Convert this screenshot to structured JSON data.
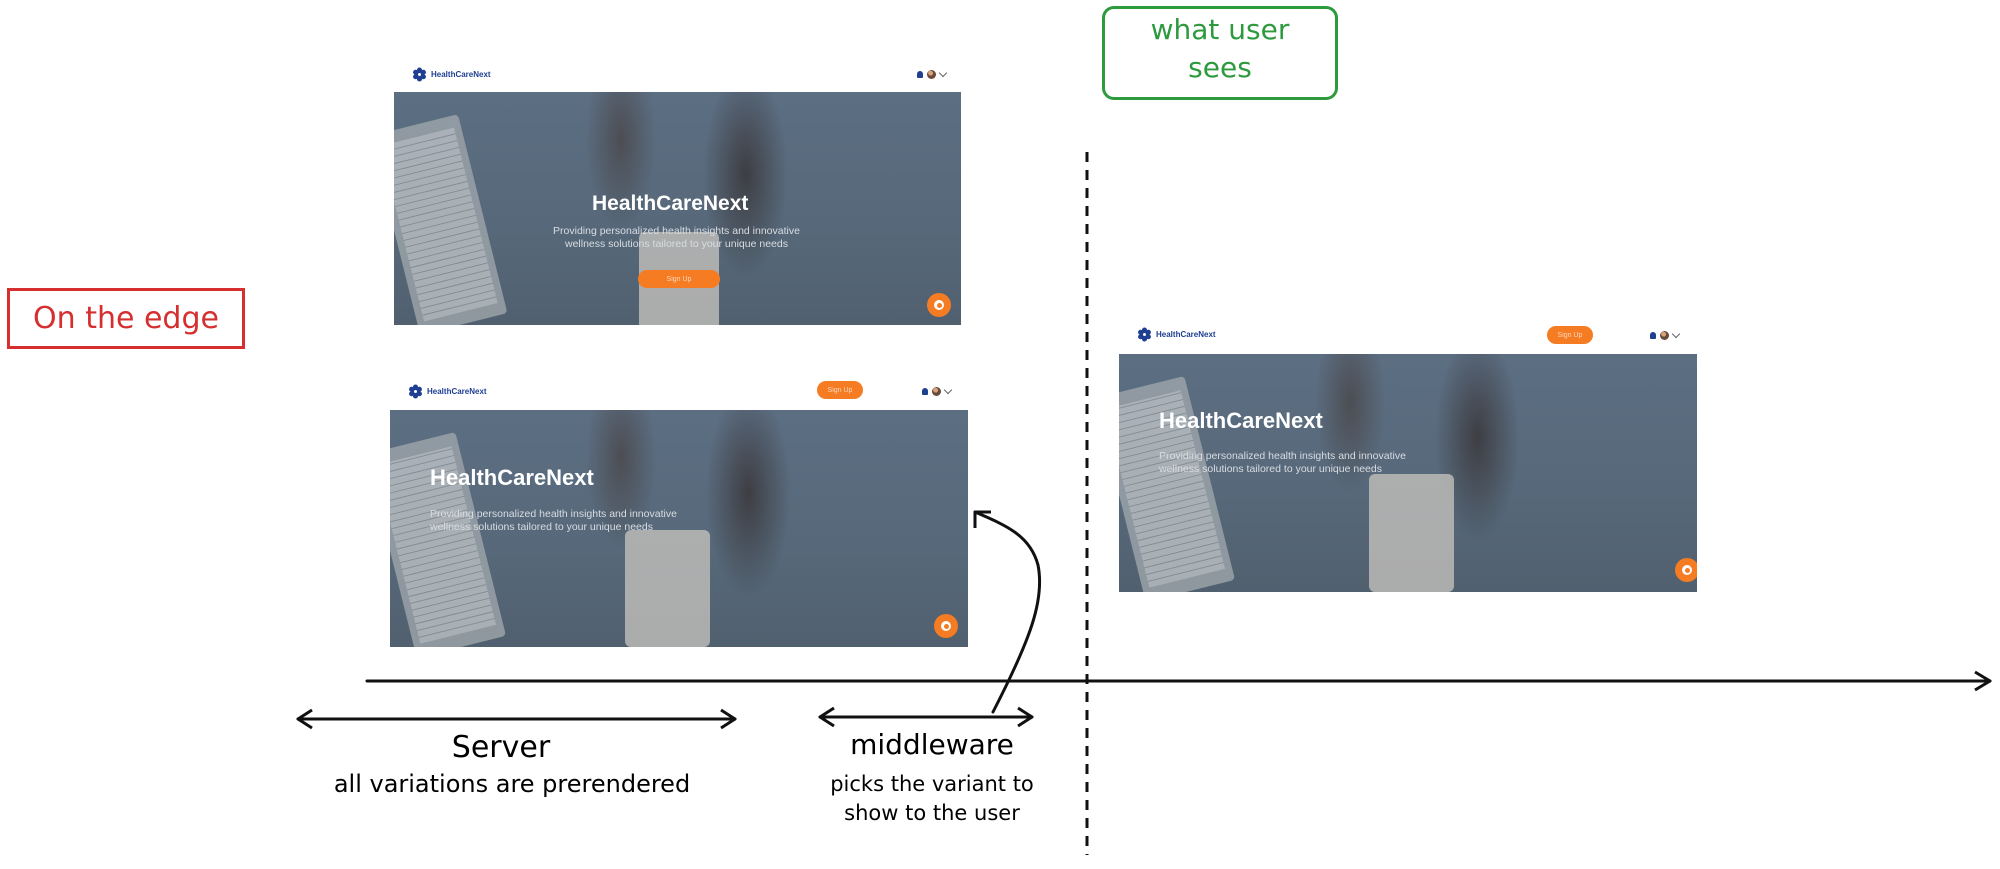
{
  "labels": {
    "on_the_edge": "On the edge",
    "what_user_sees_line1": "what user",
    "what_user_sees_line2": "sees",
    "server": "Server",
    "server_sub": "all variations are prerendered",
    "middleware": "middleware",
    "middleware_sub1": "picks the variant to",
    "middleware_sub2": "show to the user"
  },
  "app": {
    "brand": "HealthCareNext",
    "hero_title": "HealthCareNext",
    "hero_subtitle_line1": "Providing personalized health insights and innovative",
    "hero_subtitle_line2": "wellness solutions tailored to your unique needs",
    "signup_label": "Sign Up"
  },
  "colors": {
    "accent": "#f57c22",
    "brand": "#1f3f93",
    "edge_red": "#d62f2f",
    "user_green": "#2e9a3e"
  },
  "icons": [
    "gear-logo-icon",
    "bell-icon",
    "avatar",
    "chevron-down-icon",
    "chat-icon"
  ]
}
